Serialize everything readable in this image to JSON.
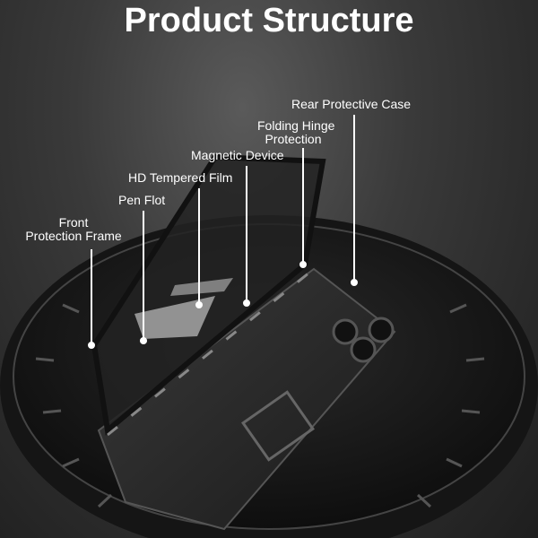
{
  "title": "Product Structure",
  "labels": {
    "rear_case": "Rear Protective Case",
    "hinge_line1": "Folding Hinge",
    "hinge_line2": "Protection",
    "magnetic": "Magnetic Device",
    "film": "HD Tempered Film",
    "pen": "Pen Flot",
    "frame_line1": "Front",
    "frame_line2": "Protection Frame"
  }
}
